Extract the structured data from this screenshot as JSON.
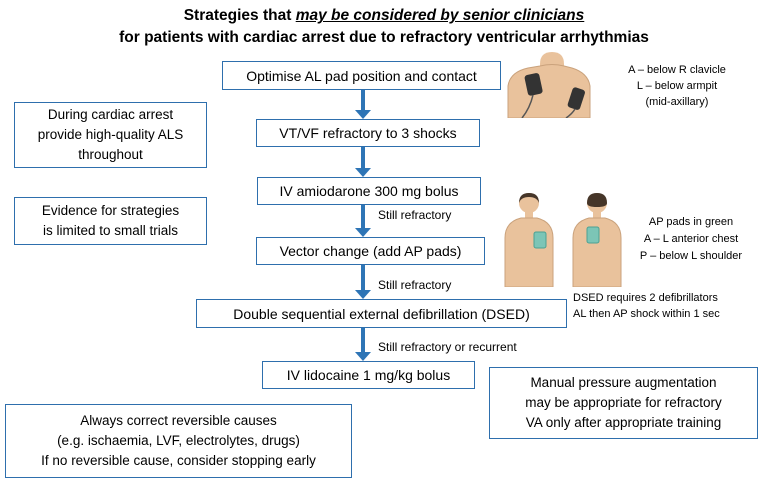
{
  "title": {
    "prefix": "Strategies that ",
    "emphasis": "may be considered by senior clinicians",
    "line2": "for patients with cardiac arrest due to refractory ventricular arrhythmias"
  },
  "flow": {
    "step1": "Optimise AL pad position and contact",
    "step2": "VT/VF refractory to 3 shocks",
    "step3": "IV amiodarone 300 mg bolus",
    "label_refractory1": "Still refractory",
    "step4": "Vector change (add AP pads)",
    "label_refractory2": "Still refractory",
    "step5": "Double sequential external defibrillation (DSED)",
    "label_recurrent": "Still refractory or recurrent",
    "step6": "IV lidocaine 1 mg/kg bolus"
  },
  "notes": {
    "als": {
      "l1": "During cardiac arrest",
      "l2": "provide high-quality ALS",
      "l3": "throughout"
    },
    "evidence": {
      "l1": "Evidence for strategies",
      "l2": "is limited to small trials"
    },
    "reversible": {
      "l1": "Always correct reversible causes",
      "l2": "(e.g. ischaemia, LVF, electrolytes, drugs)",
      "l3": "If no reversible cause, consider stopping early"
    },
    "manual": {
      "l1": "Manual pressure augmentation",
      "l2": "may be appropriate for refractory",
      "l3": "VA only after appropriate training"
    }
  },
  "annotations": {
    "al": {
      "l1": "A – below R clavicle",
      "l2": "L – below armpit",
      "l3": "(mid-axillary)"
    },
    "ap": {
      "l1": "AP pads in green",
      "l2": "A – L anterior chest",
      "l3": "P – below L shoulder"
    },
    "dsed": {
      "l1": "DSED requires 2 defibrillators",
      "l2": "AL then AP shock within 1 sec"
    }
  },
  "colors": {
    "box_border": "#2e6fad",
    "arrow": "#2e75b6",
    "pad_dark": "#333333",
    "pad_green": "#7cc5b6",
    "pad_green_edge": "#4ba193",
    "skin": "#e9c29c",
    "hair": "#463629"
  }
}
